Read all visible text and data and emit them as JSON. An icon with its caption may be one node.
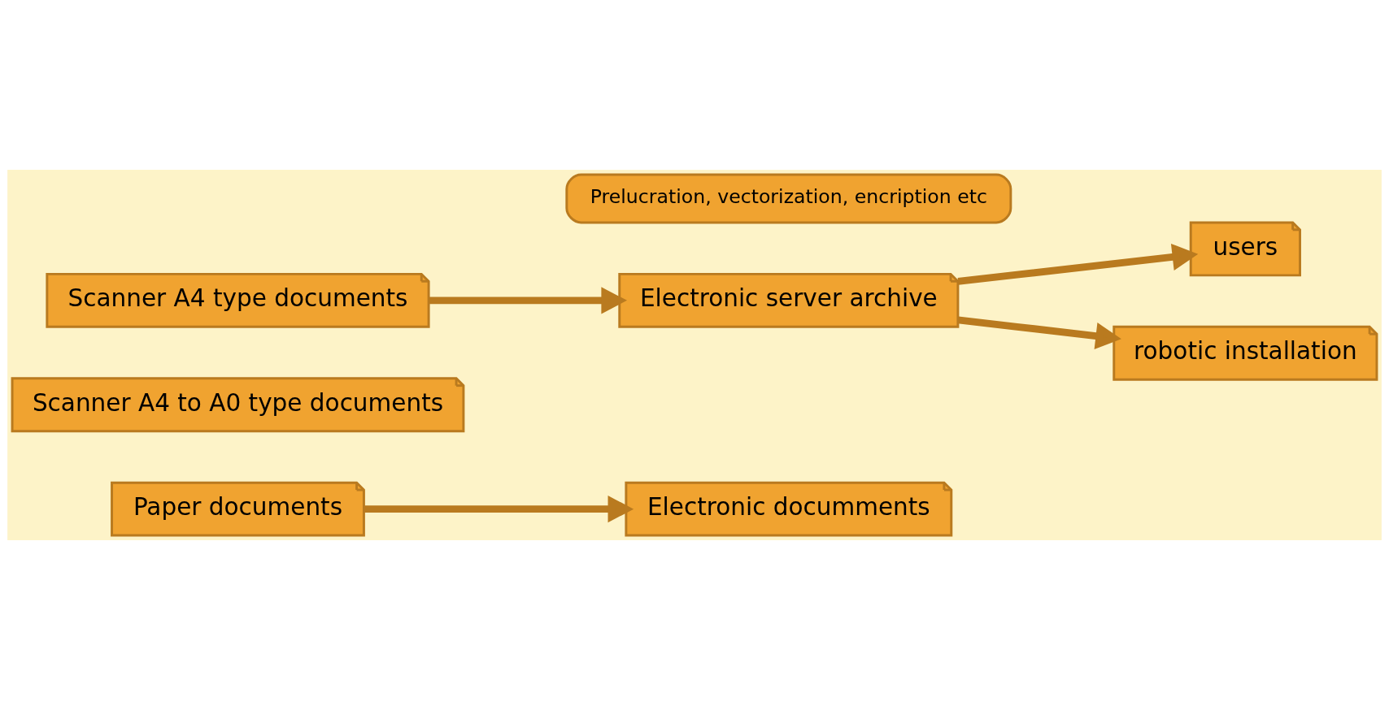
{
  "diagram": {
    "nodes": [
      {
        "text": [
          "Scanner A4 type documents"
        ]
      },
      {
        "text": [
          "Scanner A4 to A0 type documents"
        ]
      },
      {
        "text": [
          "Prelucration, vectorization, encription etc"
        ]
      },
      {
        "text": [
          "Electronic server archive"
        ]
      },
      {
        "text": [
          "users"
        ]
      },
      {
        "text": [
          "robotic installation"
        ]
      },
      {
        "text": [
          "Paper documents"
        ]
      },
      {
        "text": [
          "Electronic documments"
        ]
      }
    ],
    "edges": [
      {
        "from": 0,
        "to": 3,
        "arrow": "to"
      },
      {
        "from": 3,
        "to": 4,
        "arrow": "to"
      },
      {
        "from": 3,
        "to": 5,
        "arrow": "to"
      },
      {
        "from": 6,
        "to": 7,
        "arrow": "to"
      }
    ]
  }
}
